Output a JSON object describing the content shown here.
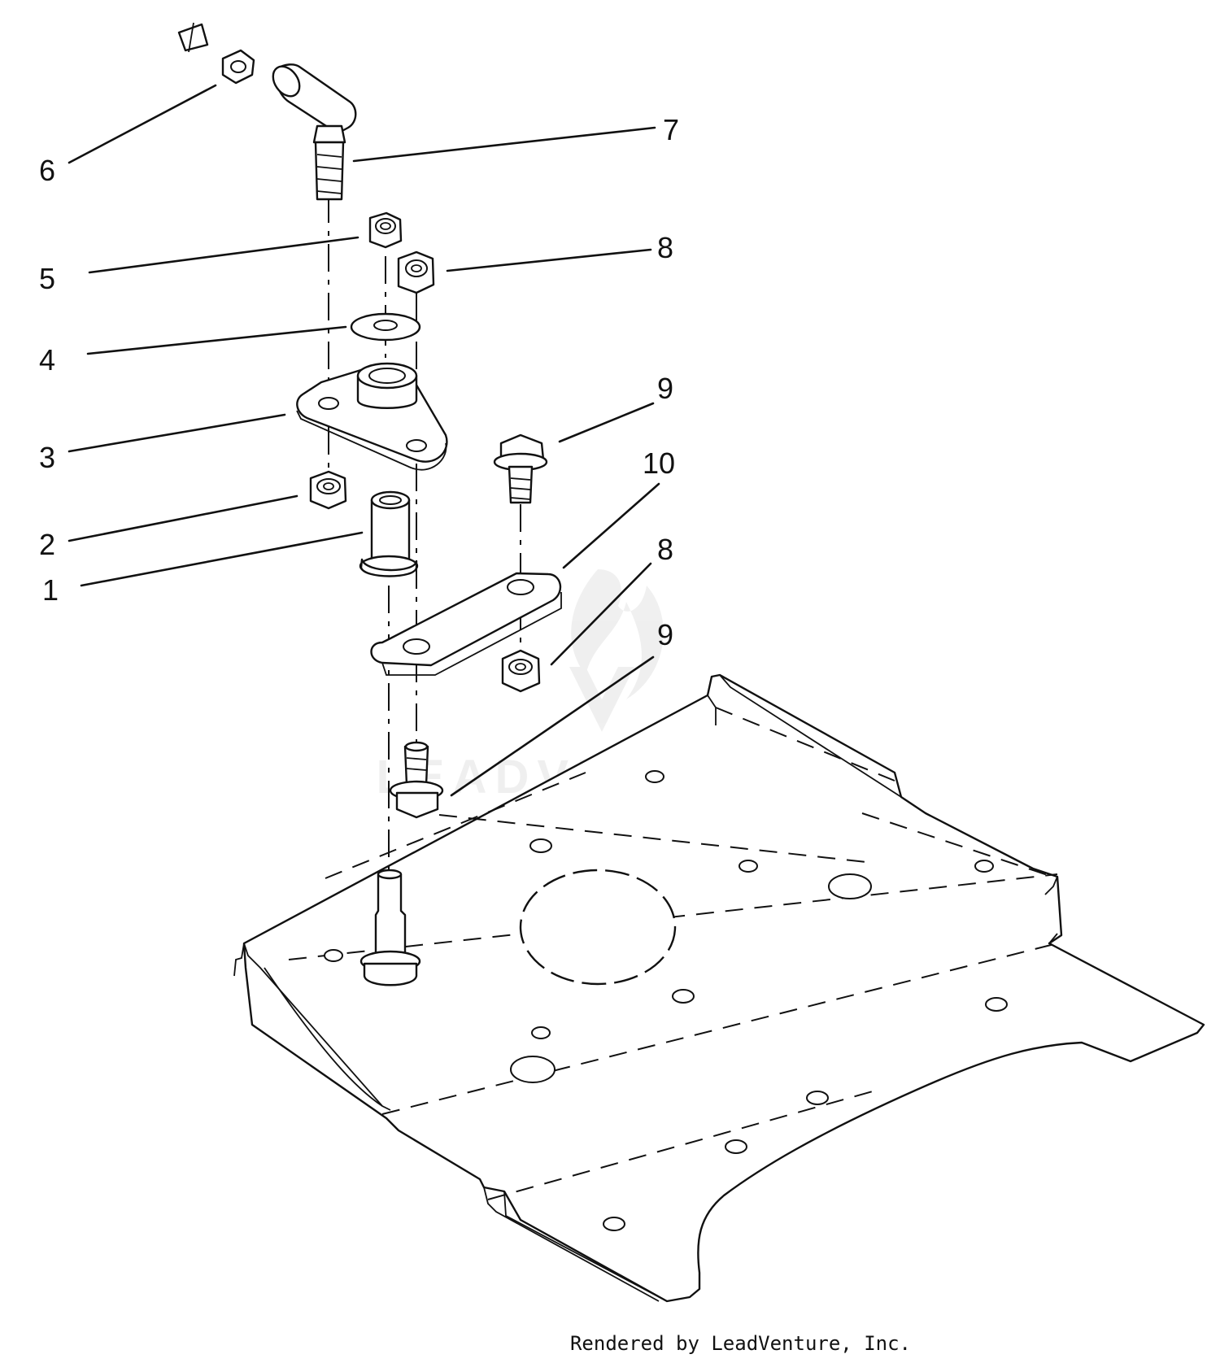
{
  "diagram": {
    "callouts": [
      {
        "id": "c6",
        "label": "6"
      },
      {
        "id": "c7",
        "label": "7"
      },
      {
        "id": "c5",
        "label": "5"
      },
      {
        "id": "c8a",
        "label": "8"
      },
      {
        "id": "c4",
        "label": "4"
      },
      {
        "id": "c9a",
        "label": "9"
      },
      {
        "id": "c3",
        "label": "3"
      },
      {
        "id": "c10",
        "label": "10"
      },
      {
        "id": "c2",
        "label": "2"
      },
      {
        "id": "c8b",
        "label": "8"
      },
      {
        "id": "c1",
        "label": "1"
      },
      {
        "id": "c9b",
        "label": "9"
      }
    ],
    "watermark": "LEADVENTURE",
    "footer": "Rendered by LeadVenture, Inc."
  }
}
